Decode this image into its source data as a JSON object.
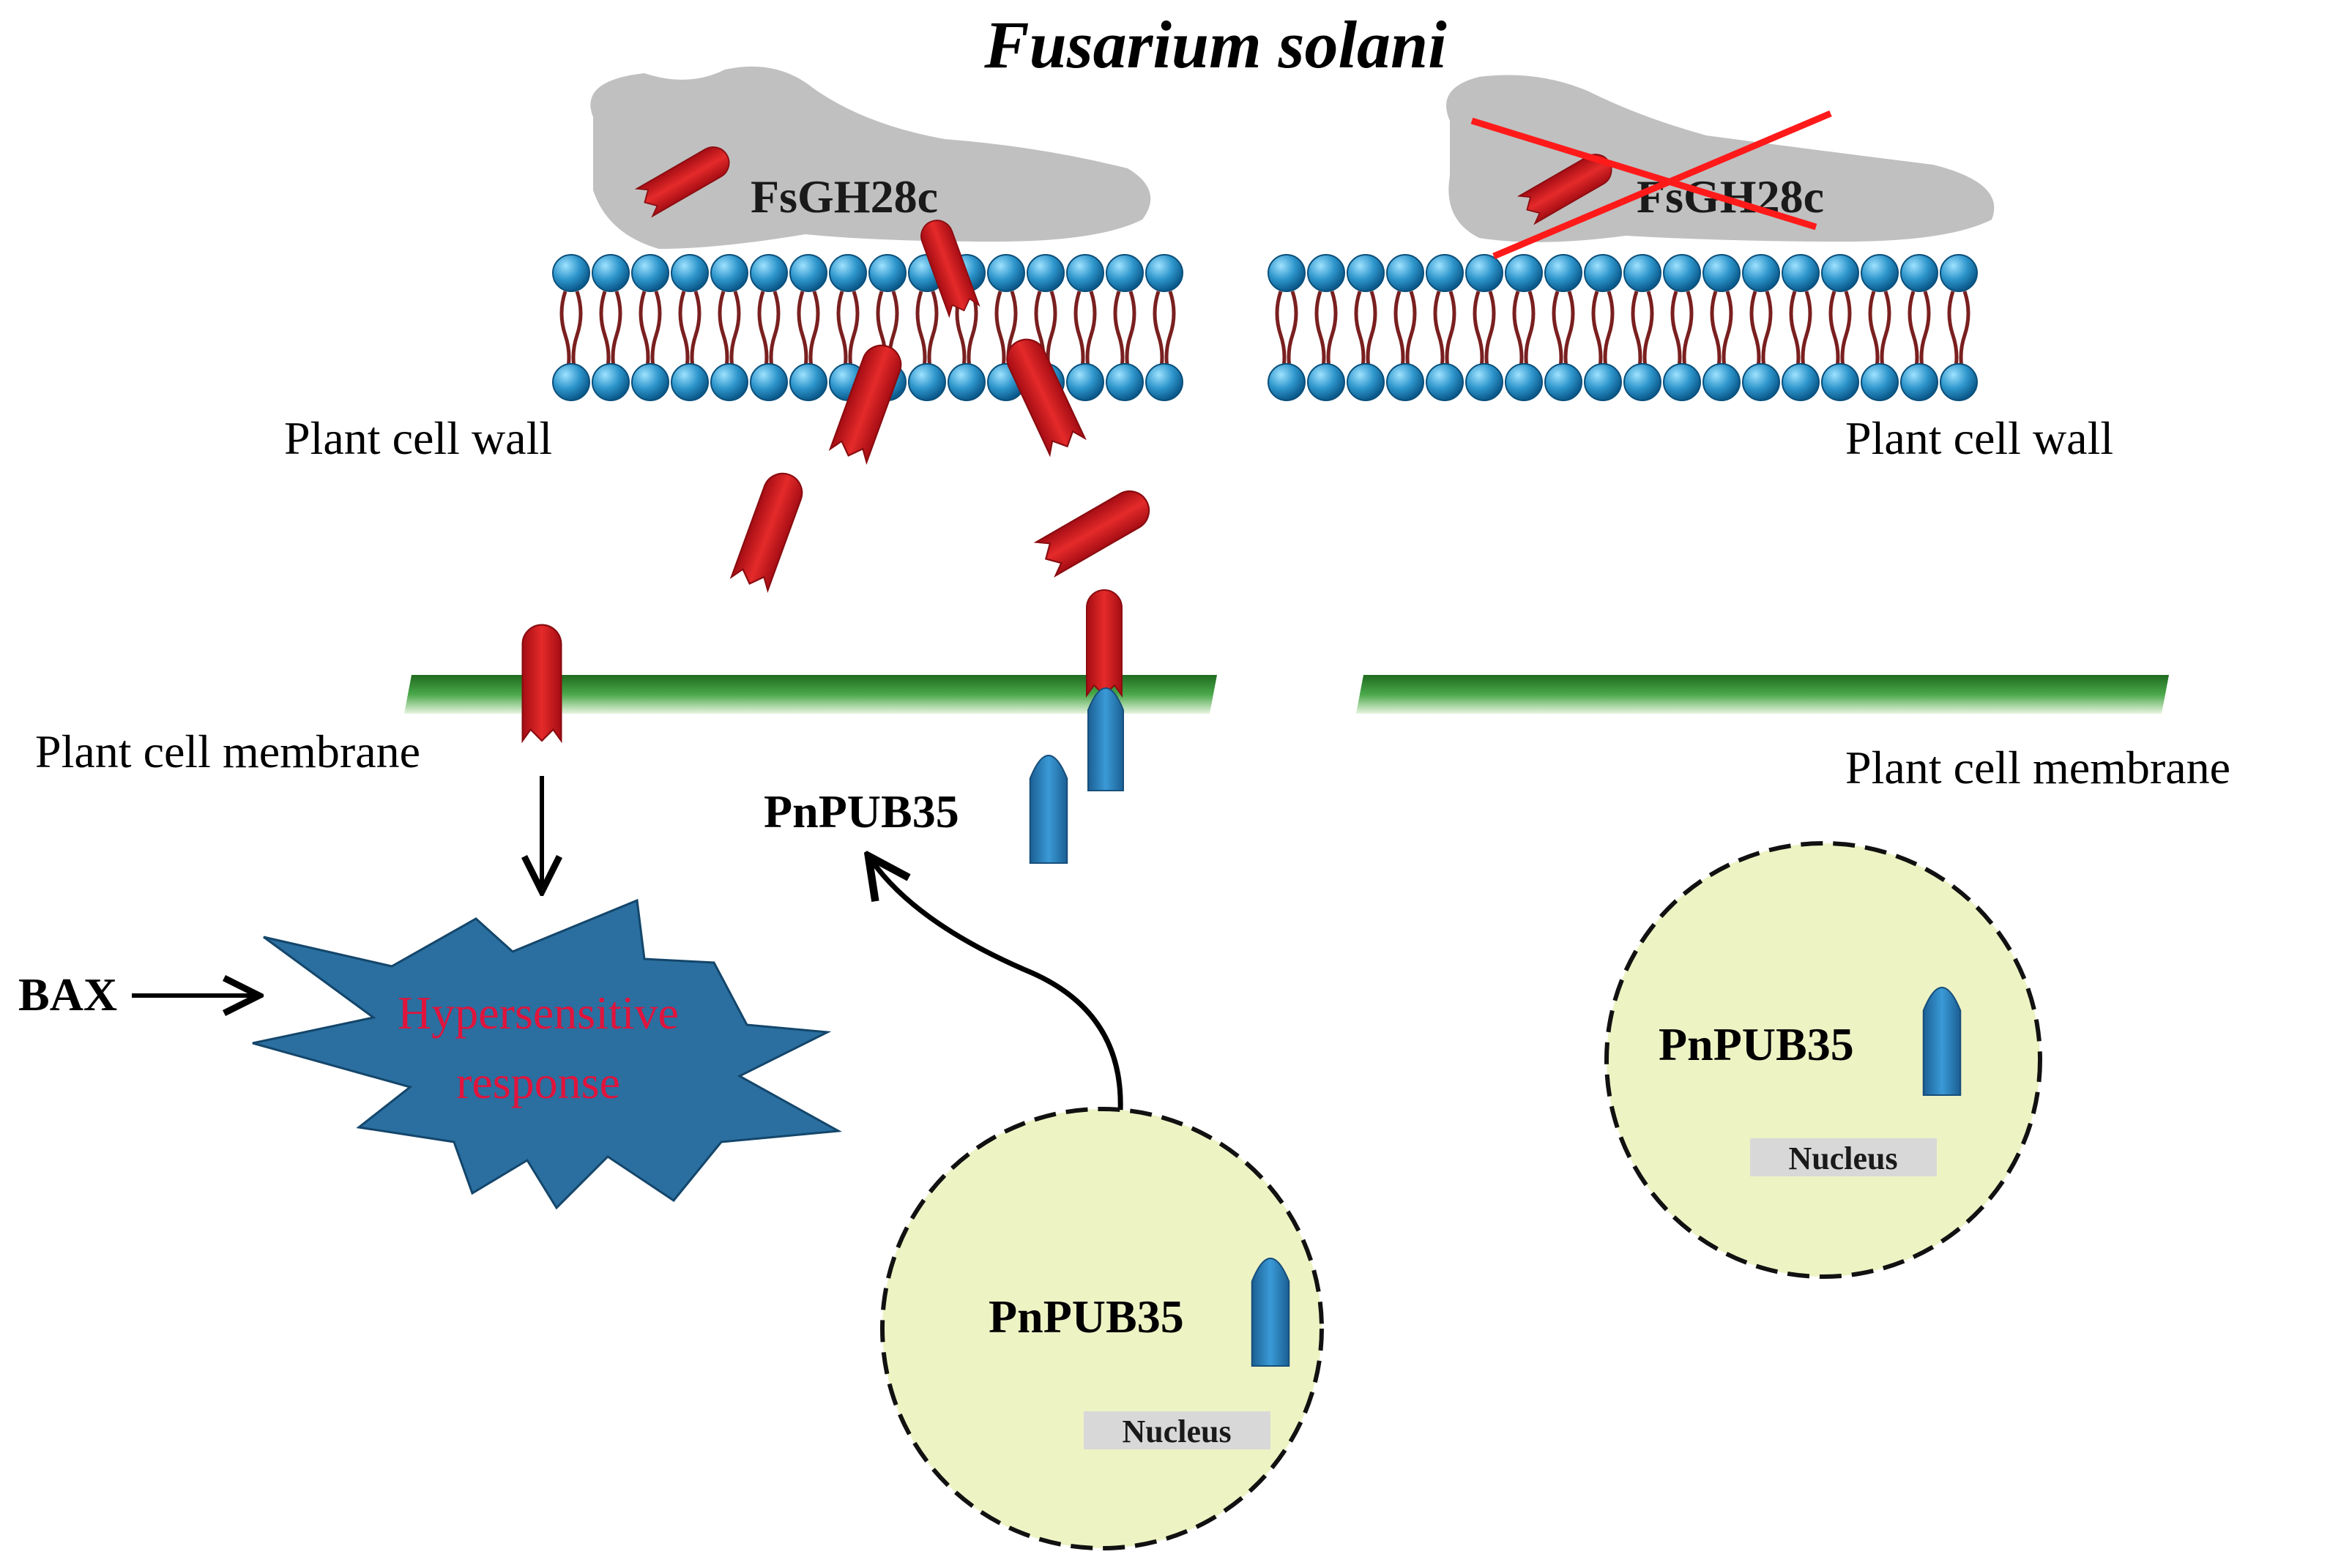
{
  "title": "Fusarium solani",
  "labels": {
    "effector_left": "FsGH28c",
    "effector_right": "FsGH28c",
    "cell_wall_left": "Plant cell wall",
    "cell_wall_right": "Plant cell wall",
    "membrane_left": "Plant cell membrane",
    "membrane_right": "Plant cell membrane",
    "pnpub35_membrane": "PnPUB35",
    "pnpub35_nucleus_left": "PnPUB35",
    "pnpub35_nucleus_right": "PnPUB35",
    "nucleus_left": "Nucleus",
    "nucleus_right": "Nucleus",
    "bax": "BAX",
    "hr_line1": "Hypersensitive",
    "hr_line2": "response"
  },
  "colors": {
    "fungus": "#c0c0c0",
    "effector": "#d3141c",
    "lipid_head": "#2e96cc",
    "lipid_tail": "#7a1f1f",
    "membrane_green": "#2f8f2f",
    "receptor": "#2a7db8",
    "nucleus_fill": "#eef3c4",
    "hr_star": "#2a6fa0",
    "hr_text": "#e0143c",
    "cross": "#ff1a1a"
  }
}
